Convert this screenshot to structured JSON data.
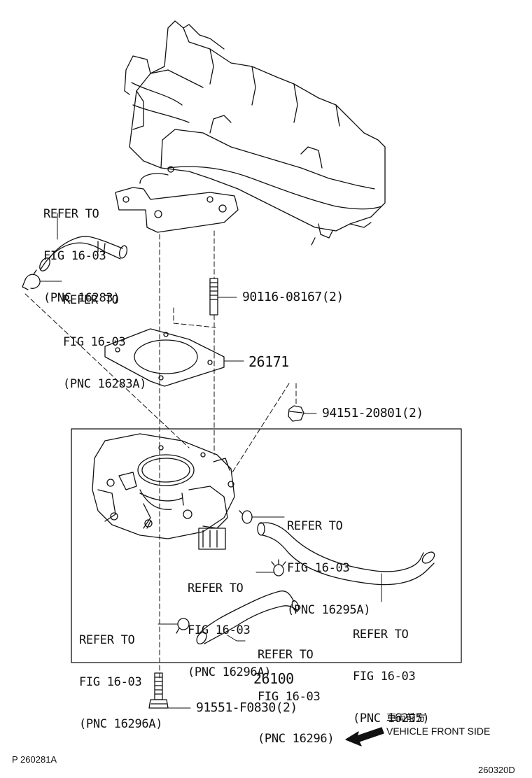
{
  "callouts": [
    {
      "lines": [
        "REFER TO",
        "FIG 16-03",
        "(PNC 16283)"
      ]
    },
    {
      "lines": [
        "REFER TO",
        "FIG 16-03",
        "(PNC 16283A)"
      ]
    },
    {
      "lines": [
        "REFER TO",
        "FIG 16-03",
        "(PNC 16295A)"
      ]
    },
    {
      "lines": [
        "REFER TO",
        "FIG 16-03",
        "(PNC 16296A)"
      ]
    },
    {
      "lines": [
        "REFER TO",
        "FIG 16-03",
        "(PNC 16296A)"
      ]
    },
    {
      "lines": [
        "REFER TO",
        "FIG 16-03",
        "(PNC 16296)"
      ]
    },
    {
      "lines": [
        "REFER TO",
        "FIG 16-03",
        "(PNC 16295)"
      ]
    }
  ],
  "parts": {
    "stud": "90116-08167(2)",
    "gasket": "26171",
    "nut": "94151-20801(2)",
    "throttle_body": "26100",
    "bolt": "91551-F0830(2)"
  },
  "direction": {
    "jp": "車両前方",
    "en": "VEHICLE FRONT SIDE"
  },
  "footer": {
    "left_code": "P 260281A",
    "right_code": "260320D"
  }
}
